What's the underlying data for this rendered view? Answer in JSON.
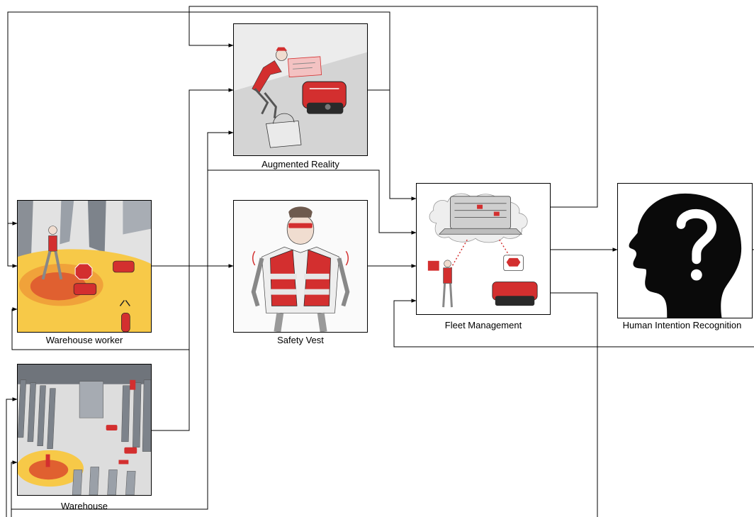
{
  "nodes": {
    "augmented_reality": {
      "label": "Augmented Reality"
    },
    "safety_vest": {
      "label": "Safety Vest"
    },
    "fleet_management": {
      "label": "Fleet Management"
    },
    "human_intention_recognition": {
      "label": "Human Intention Recognition"
    },
    "warehouse_worker": {
      "label": "Warehouse worker"
    },
    "warehouse": {
      "label": "Warehouse"
    }
  },
  "colors": {
    "accent": "#d32f2f",
    "zone_outer": "#f7c948",
    "zone_inner": "#e06030",
    "line": "#000000"
  }
}
